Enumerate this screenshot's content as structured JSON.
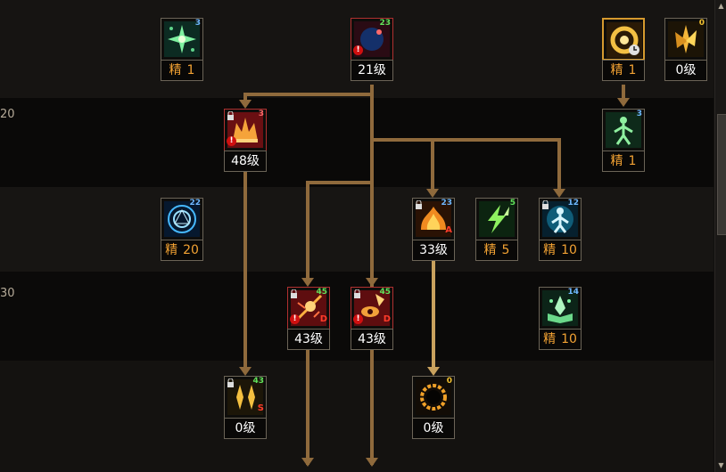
{
  "level_labels": [
    "20",
    "30"
  ],
  "skills": {
    "s_green_star": {
      "icon": "green-star-burst",
      "badge": "3",
      "caption_prefix": "精",
      "caption_value": "1"
    },
    "s_top_center": {
      "icon": "blue-red-crescent",
      "badge": "23",
      "caption": "21级"
    },
    "s_gold_clock": {
      "icon": "golden-ring-clock",
      "caption_prefix": "精",
      "caption_value": "1"
    },
    "s_gold_shards": {
      "icon": "golden-shards",
      "badge": "0",
      "caption": "0级"
    },
    "s_red_crown": {
      "icon": "red-crown",
      "badge": "3",
      "caption": "48级"
    },
    "s_green_figure": {
      "icon": "green-figure",
      "badge": "3",
      "caption_prefix": "精",
      "caption_value": "1"
    },
    "s_blue_mandala": {
      "icon": "blue-mandala",
      "badge": "22",
      "caption_prefix": "精",
      "caption_value": "20"
    },
    "s_fire_wings": {
      "icon": "fire-wings",
      "badge": "23",
      "grade": "A",
      "caption": "33级"
    },
    "s_green_lightning": {
      "icon": "green-lightning",
      "badge": "5",
      "caption_prefix": "精",
      "caption_value": "5"
    },
    "s_blue_figure": {
      "icon": "blue-figure-aura",
      "badge": "12",
      "caption_prefix": "精",
      "caption_value": "10"
    },
    "s_red_flare": {
      "icon": "red-flare",
      "badge": "45",
      "grade": "D",
      "caption": "43级"
    },
    "s_red_eye": {
      "icon": "red-eye-shards",
      "badge": "45",
      "grade": "D",
      "caption": "43级"
    },
    "s_green_book": {
      "icon": "green-book",
      "badge": "14",
      "caption_prefix": "精",
      "caption_value": "10"
    },
    "s_gold_pillars": {
      "icon": "gold-pillars",
      "badge": "43",
      "grade": "S",
      "caption": "0级"
    },
    "s_dark_ring": {
      "icon": "dark-fire-ring",
      "badge": "0",
      "caption": "0级"
    }
  },
  "colors": {
    "connector": "#8f6a3c",
    "connector_active": "#c9a25e",
    "background": "#0b0a09",
    "level_orange": "#f2a233"
  }
}
